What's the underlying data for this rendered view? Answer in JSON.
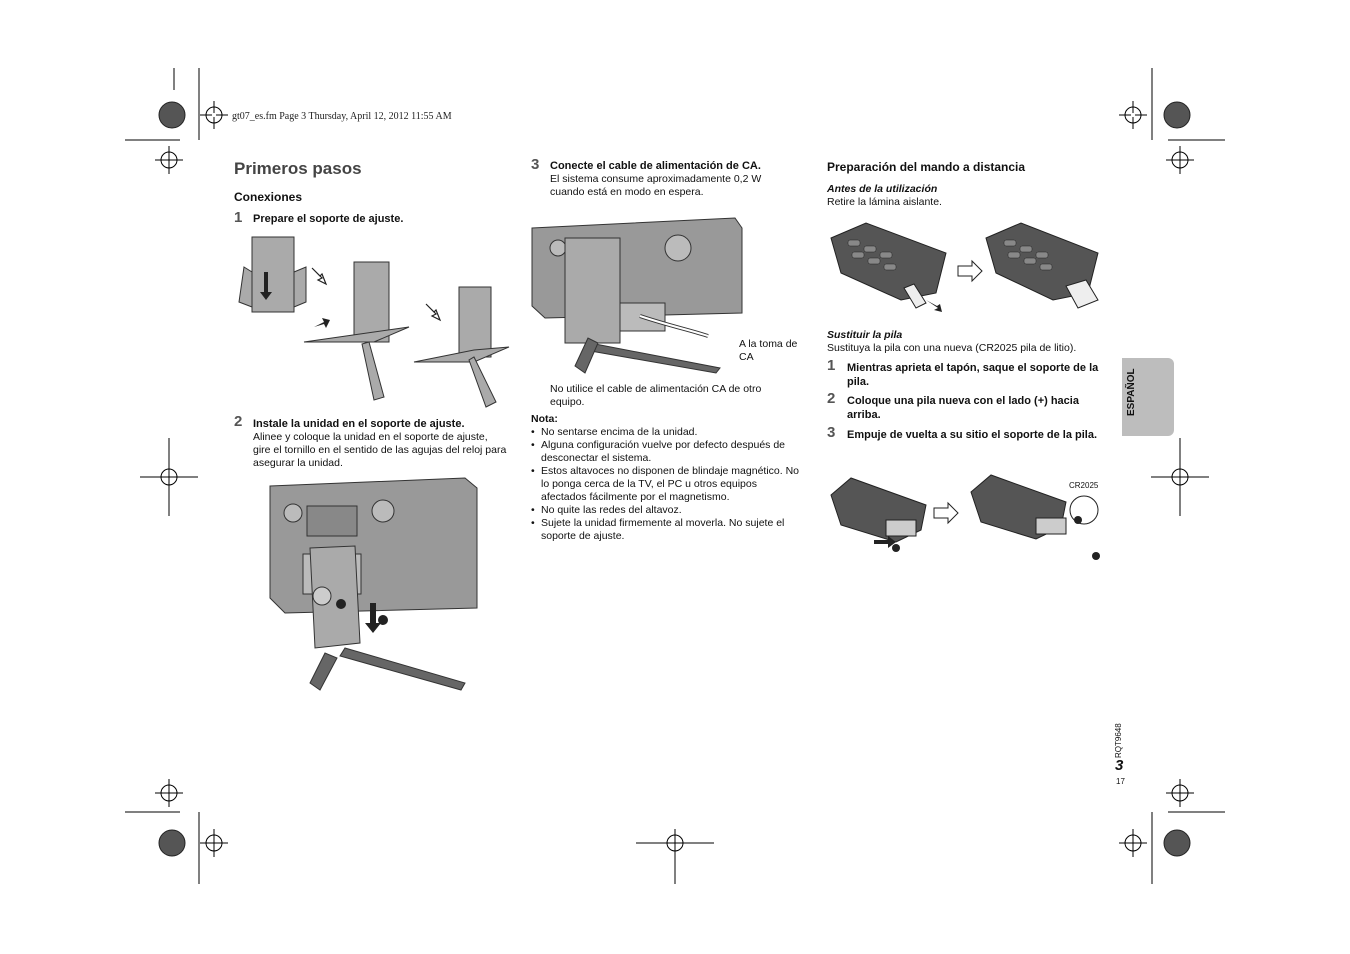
{
  "header": {
    "file_line": "gt07_es.fm  Page 3  Thursday, April 12, 2012  11:55 AM"
  },
  "left": {
    "title": "Primeros pasos",
    "subtitle": "Conexiones",
    "step1": {
      "num": "1",
      "text": "Prepare el soporte de ajuste."
    },
    "step2": {
      "num": "2",
      "title": "Instale la unidad en el soporte de ajuste.",
      "body": "Alinee y coloque la unidad en el soporte de ajuste, gire el tornillo en el sentido de las agujas del reloj para asegurar la unidad."
    }
  },
  "middle": {
    "step3": {
      "num": "3",
      "title": "Conecte el cable de alimentación de CA.",
      "body": "El sistema consume aproximadamente 0,2 W cuando está en modo en espera."
    },
    "ac_label": "A la toma de CA",
    "warning": "No utilice el cable de alimentación CA de otro equipo.",
    "note_title": "Nota:",
    "notes": [
      "No sentarse encima de la unidad.",
      "Alguna configuración vuelve por defecto después de desconectar el sistema.",
      "Estos altavoces no disponen de blindaje magnético. No lo ponga cerca de la TV, el PC u otros equipos afectados fácilmente por el magnetismo.",
      "No quite las redes del altavoz.",
      "Sujete la unidad firmemente al moverla. No sujete el soporte de ajuste."
    ]
  },
  "right": {
    "title": "Preparación del mando a distancia",
    "before_title": "Antes de la utilización",
    "before_text": "Retire la lámina aislante.",
    "replace_title": "Sustituir la pila",
    "replace_text": "Sustituya la pila con una nueva (CR2025 pila de litio).",
    "steps": [
      {
        "num": "1",
        "text": "Mientras aprieta el tapón, saque el soporte de la pila."
      },
      {
        "num": "2",
        "text": "Coloque una pila nueva con el lado (+) hacia arriba."
      },
      {
        "num": "3",
        "text": "Empuje de vuelta a su sitio el soporte de la pila."
      }
    ],
    "battery_label": "CR2025"
  },
  "side_tab": "ESPAÑOL",
  "footer": {
    "code": "RQT9648",
    "page": "3",
    "sub": "17"
  }
}
